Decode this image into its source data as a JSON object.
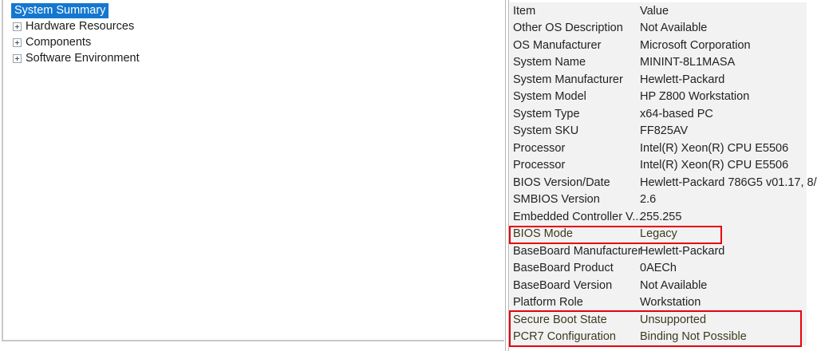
{
  "tree": {
    "selected_label": "System Summary",
    "items": [
      {
        "label": "Hardware Resources",
        "expander": "plus-box-icon"
      },
      {
        "label": "Components",
        "expander": "plus-box-icon"
      },
      {
        "label": "Software Environment",
        "expander": "plus-box-icon"
      }
    ]
  },
  "details": {
    "columns": {
      "item": "Item",
      "value": "Value"
    },
    "rows": [
      {
        "item": "Item",
        "value": "Value",
        "flagged": false
      },
      {
        "item": "Other OS Description",
        "value": "Not Available",
        "flagged": false
      },
      {
        "item": "OS Manufacturer",
        "value": "Microsoft Corporation",
        "flagged": false
      },
      {
        "item": "System Name",
        "value": "MININT-8L1MASA",
        "flagged": false
      },
      {
        "item": "System Manufacturer",
        "value": "Hewlett-Packard",
        "flagged": false
      },
      {
        "item": "System Model",
        "value": "HP Z800 Workstation",
        "flagged": false
      },
      {
        "item": "System Type",
        "value": "x64-based PC",
        "flagged": false
      },
      {
        "item": "System SKU",
        "value": "FF825AV",
        "flagged": false
      },
      {
        "item": "Processor",
        "value": "Intel(R) Xeon(R) CPU          E5506",
        "flagged": false
      },
      {
        "item": "Processor",
        "value": "Intel(R) Xeon(R) CPU          E5506",
        "flagged": false
      },
      {
        "item": "BIOS Version/Date",
        "value": "Hewlett-Packard 786G5 v01.17, 8/",
        "flagged": false
      },
      {
        "item": "SMBIOS Version",
        "value": "2.6",
        "flagged": false
      },
      {
        "item": "Embedded Controller V...",
        "value": "255.255",
        "flagged": false
      },
      {
        "item": "BIOS Mode",
        "value": "Legacy",
        "flagged": true
      },
      {
        "item": "BaseBoard Manufacturer",
        "value": "Hewlett-Packard",
        "flagged": false
      },
      {
        "item": "BaseBoard Product",
        "value": "0AECh",
        "flagged": false
      },
      {
        "item": "BaseBoard Version",
        "value": "Not Available",
        "flagged": false
      },
      {
        "item": "Platform Role",
        "value": "Workstation",
        "flagged": false
      },
      {
        "item": "Secure Boot State",
        "value": "Unsupported",
        "flagged": true
      },
      {
        "item": "PCR7 Configuration",
        "value": "Binding Not Possible",
        "flagged": true
      }
    ]
  },
  "annotations": {
    "color": "#e8000d",
    "boxes": [
      {
        "name": "bios-mode-highlight",
        "targets": "BIOS Mode"
      },
      {
        "name": "secure-boot-highlight",
        "targets": "Secure Boot State, PCR7 Configuration"
      }
    ]
  },
  "colors": {
    "selection": "#1477cf",
    "row_background": "#f2f2f2",
    "text": "#222222",
    "annotation_red": "#e8000d"
  }
}
